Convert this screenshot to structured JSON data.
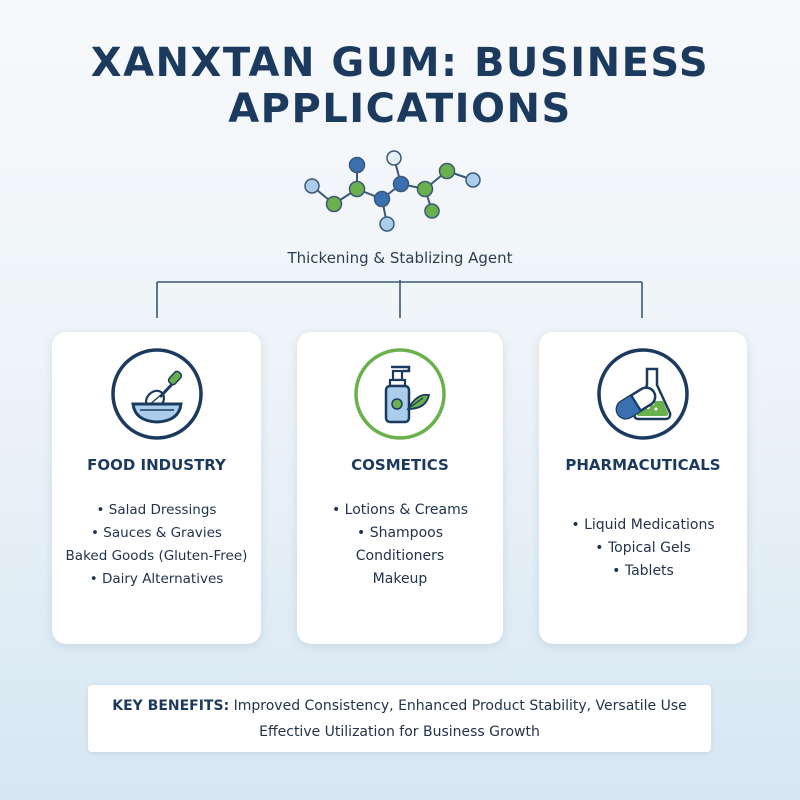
{
  "title": {
    "line1": "XANXTAN GUM: BUSINESS",
    "line2": "APPLICATIONS"
  },
  "subtitle": "Thickening & Stablizing Agent",
  "colors": {
    "navy": "#1c3a5e",
    "blue": "#3a6fb0",
    "green": "#6ab04c",
    "light_blue": "#a9cdea"
  },
  "cards": [
    {
      "icon": "whisk-bowl-icon",
      "title": "FOOD INDUSTRY",
      "items": [
        "• Salad Dressings",
        "• Sauces & Gravies",
        "Baked Goods (Gluten-Free)",
        "• Dairy Alternatives"
      ]
    },
    {
      "icon": "lotion-bottle-icon",
      "title": "COSMETICS",
      "items": [
        "• Lotions & Creams",
        "• Shampoos",
        "Conditioners",
        "Makeup"
      ]
    },
    {
      "icon": "pill-flask-icon",
      "title": "PHARMACUTICALS",
      "items": [
        "• Liquid Medications",
        "• Topical Gels",
        "• Tablets"
      ]
    }
  ],
  "benefits": {
    "label": "KEY BENEFITS:",
    "text": " Improved Consistency, Enhanced Product Stability, Versatile Use",
    "line2": "Effective Utilization for Business Growth"
  }
}
